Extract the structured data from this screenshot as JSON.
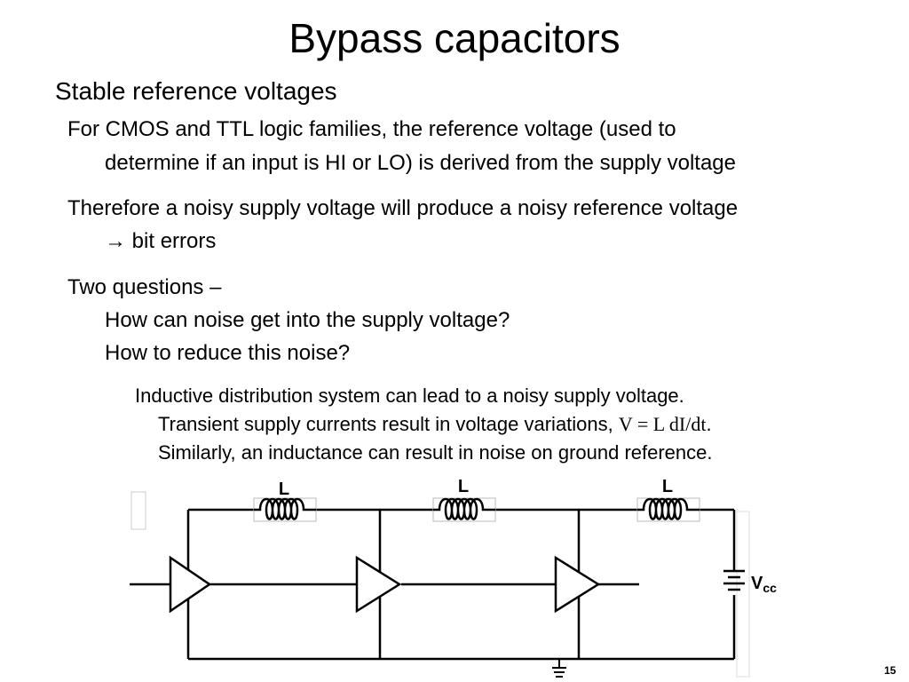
{
  "slide": {
    "title": "Bypass capacitors",
    "subtitle": "Stable reference voltages",
    "bullets": {
      "b1_line1": "For CMOS and TTL logic families, the reference voltage (used to",
      "b1_line2": "determine if an input is HI or LO) is derived from the supply voltage",
      "b2_line1": "Therefore a noisy supply voltage will produce a noisy reference voltage",
      "b2_arrow": "→",
      "b2_line2": "bit errors",
      "b3_line1": "Two questions –",
      "b3_q1": "How can noise get into the supply voltage?",
      "b3_q2": "How to reduce this noise?"
    },
    "note": {
      "line1": "Inductive distribution system can lead to a noisy supply voltage.",
      "line2_text": "Transient supply currents result in voltage variations, ",
      "line2_formula": "V = L dI/dt",
      "line2_end": ".",
      "line3": "Similarly, an inductance can result in noise on ground reference."
    },
    "page_number": "15"
  },
  "circuit": {
    "inductor_labels": [
      "L",
      "L",
      "L"
    ],
    "source_label_main": "V",
    "source_label_sub": "cc"
  }
}
